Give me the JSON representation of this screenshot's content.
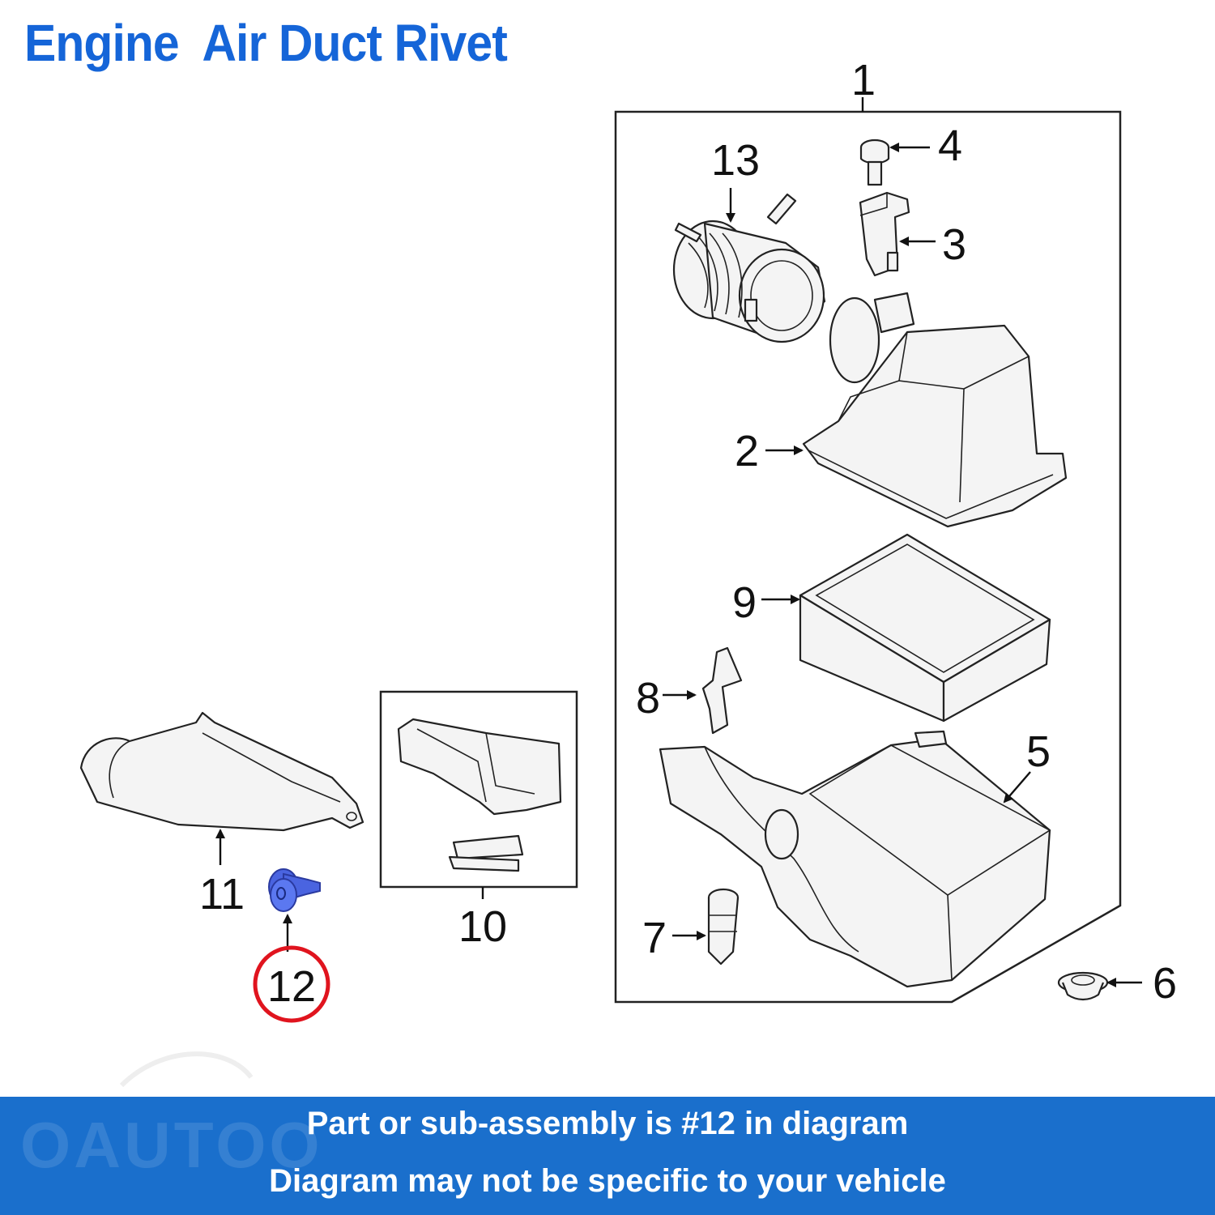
{
  "title": "Engine  Air Duct Rivet",
  "highlighted_part": "12",
  "colors": {
    "title": "#1565d8",
    "banner": "#1a6fcc",
    "highlight_circle": "#e0141e",
    "rivet": "#4a64e0"
  },
  "callouts": {
    "c1": "1",
    "c2": "2",
    "c3": "3",
    "c4": "4",
    "c5": "5",
    "c6": "6",
    "c7": "7",
    "c8": "8",
    "c9": "9",
    "c10": "10",
    "c11": "11",
    "c12": "12",
    "c13": "13"
  },
  "banner": {
    "line1": "Part or sub-assembly is #12 in diagram",
    "line2": "Diagram may not be specific to your vehicle"
  },
  "watermark": "OAUTOO"
}
